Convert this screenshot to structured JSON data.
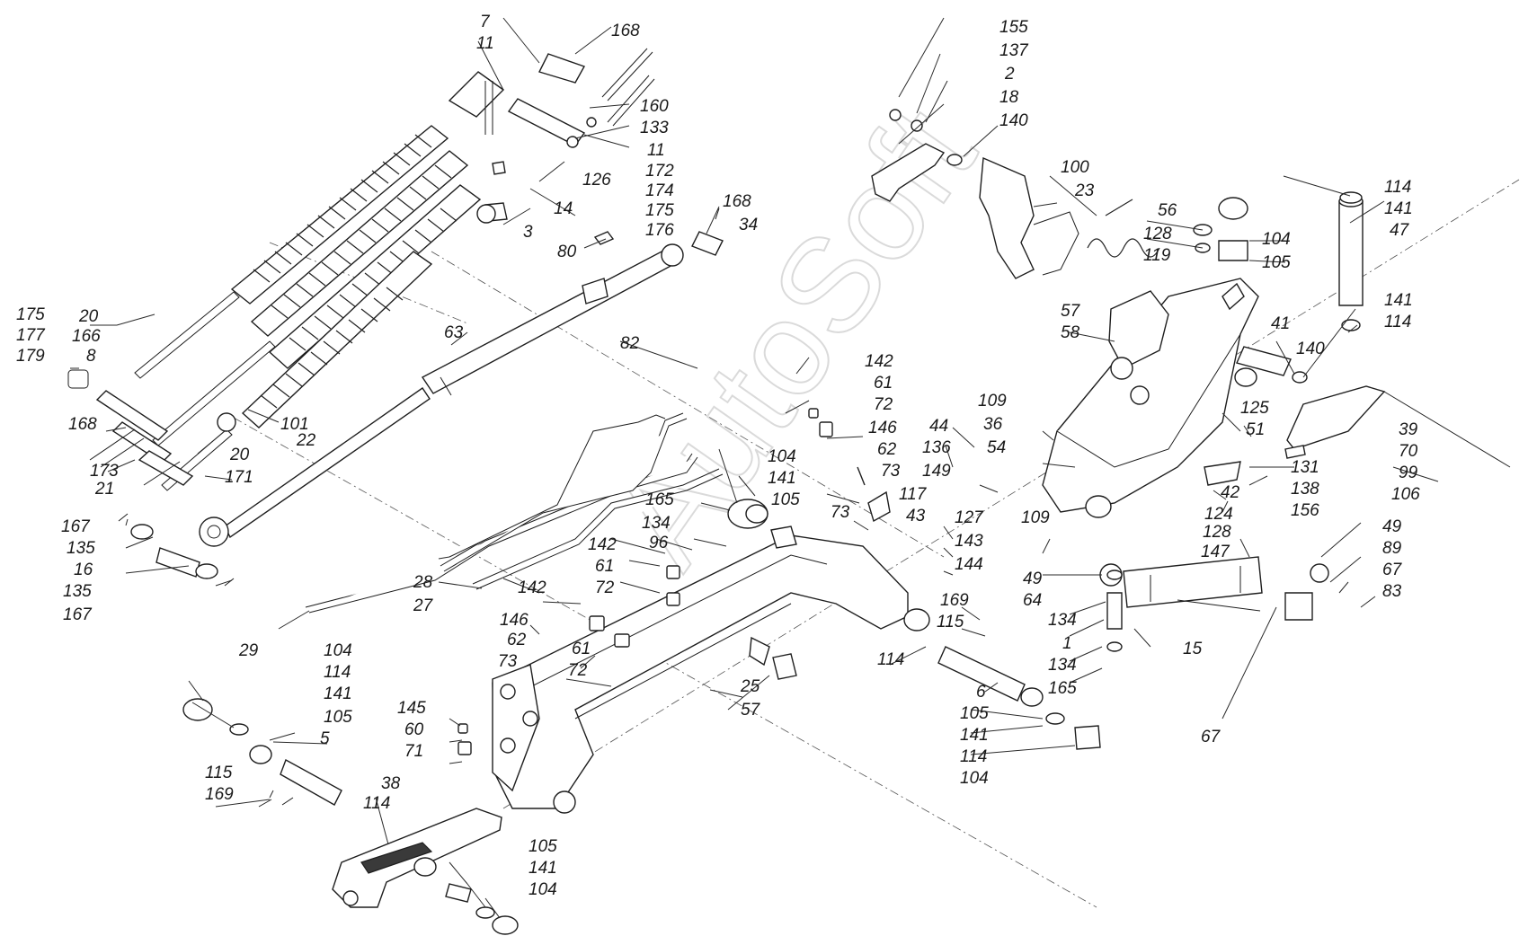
{
  "watermark": "AutoSoft",
  "labels": {
    "l_175a": "175",
    "l_177": "177",
    "l_179": "179",
    "l_20a": "20",
    "l_166": "166",
    "l_8": "8",
    "l_168a": "168",
    "l_173": "173",
    "l_21": "21",
    "l_20b": "20",
    "l_171": "171",
    "l_101": "101",
    "l_22": "22",
    "l_3": "3",
    "l_14": "14",
    "l_126": "126",
    "l_7": "7",
    "l_11a": "11",
    "l_168b": "168",
    "l_160": "160",
    "l_133": "133",
    "l_11b": "11",
    "l_172": "172",
    "l_174": "174",
    "l_175b": "175",
    "l_176": "176",
    "l_168c": "168",
    "l_34": "34",
    "l_80": "80",
    "l_63": "63",
    "l_82": "82",
    "l_167a": "167",
    "l_135a": "135",
    "l_16": "16",
    "l_135b": "135",
    "l_167b": "167",
    "l_29": "29",
    "l_28": "28",
    "l_27": "27",
    "l_142a": "142",
    "l_61a": "61",
    "l_72a": "72",
    "l_146a": "146",
    "l_62a": "62",
    "l_73a": "73",
    "l_73b": "73",
    "l_104a": "104",
    "l_141a": "141",
    "l_105a": "105",
    "l_165a": "165",
    "l_134a": "134",
    "l_96": "96",
    "l_142b": "142",
    "l_61b": "61",
    "l_72b": "72",
    "l_142c": "142",
    "l_146b": "146",
    "l_62b": "62",
    "l_73c": "73",
    "l_61c": "61",
    "l_72c": "72",
    "l_117": "117",
    "l_43": "43",
    "l_25": "25",
    "l_57a": "57",
    "l_104b": "104",
    "l_114a": "114",
    "l_141b": "141",
    "l_105b": "105",
    "l_5": "5",
    "l_115a": "115",
    "l_169a": "169",
    "l_145": "145",
    "l_60": "60",
    "l_71": "71",
    "l_38": "38",
    "l_114b": "114",
    "l_105c": "105",
    "l_141c": "141",
    "l_104c": "104",
    "l_155": "155",
    "l_137": "137",
    "l_2": "2",
    "l_18": "18",
    "l_140a": "140",
    "l_100": "100",
    "l_23": "23",
    "l_56": "56",
    "l_128a": "128",
    "l_119": "119",
    "l_104d": "104",
    "l_105d": "105",
    "l_114c": "114",
    "l_141d": "141",
    "l_47": "47",
    "l_57b": "57",
    "l_58": "58",
    "l_41": "41",
    "l_141e": "141",
    "l_114d": "114",
    "l_140b": "140",
    "l_109a": "109",
    "l_36": "36",
    "l_44": "44",
    "l_136": "136",
    "l_54": "54",
    "l_149": "149",
    "l_125": "125",
    "l_51": "51",
    "l_39": "39",
    "l_70": "70",
    "l_99": "99",
    "l_106": "106",
    "l_131": "131",
    "l_138": "138",
    "l_156": "156",
    "l_42": "42",
    "l_124": "124",
    "l_127": "127",
    "l_143": "143",
    "l_144": "144",
    "l_109b": "109",
    "l_128b": "128",
    "l_147": "147",
    "l_49a": "49",
    "l_64": "64",
    "l_49b": "49",
    "l_89": "89",
    "l_67a": "67",
    "l_83": "83",
    "l_134b": "134",
    "l_1": "1",
    "l_134c": "134",
    "l_165b": "165",
    "l_15": "15",
    "l_67b": "67",
    "l_169b": "169",
    "l_115b": "115",
    "l_114e": "114",
    "l_6": "6",
    "l_105e": "105",
    "l_141f": "141",
    "l_114f": "114",
    "l_104e": "104"
  }
}
